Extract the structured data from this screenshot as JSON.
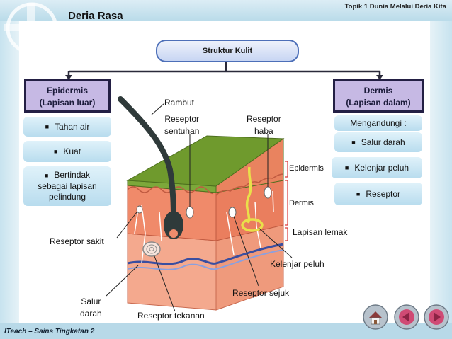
{
  "header": {
    "topic": "Topik 1 Dunia Melalui Deria Kita",
    "title": "Deria Rasa"
  },
  "footer": {
    "text": "ITeach – Sains Tingkatan 2"
  },
  "diagram": {
    "root": "Struktur Kulit",
    "left": {
      "title_line1": "Epidermis",
      "title_line2": "(Lapisan luar)",
      "items": [
        "Tahan air",
        "Kuat",
        "Bertindak",
        "sebagai lapisan",
        "pelindung"
      ]
    },
    "right": {
      "title_line1": "Dermis",
      "title_line2": "(Lapisan dalam)",
      "contains": "Mengandungi :",
      "items": [
        "Salur darah",
        "Kelenjar peluh",
        "Reseptor"
      ]
    },
    "labels": {
      "rambut": "Rambut",
      "reseptor_sentuhan_1": "Reseptor",
      "reseptor_sentuhan_2": "sentuhan",
      "reseptor_haba_1": "Reseptor",
      "reseptor_haba_2": "haba",
      "epidermis": "Epidermis",
      "dermis": "Dermis",
      "lapisan_lemak": "Lapisan lemak",
      "kelenjar_peluh": "Kelenjar peluh",
      "reseptor_sejuk": "Reseptor sejuk",
      "reseptor_sakit": "Reseptor sakit",
      "salur_darah_1": "Salur",
      "salur_darah_2": "darah",
      "reseptor_tekanan": "Reseptor tekanan"
    }
  },
  "nav": {
    "icons": [
      "home-icon",
      "back-icon",
      "forward-icon"
    ]
  },
  "colors": {
    "epidermis": "#6f9a2d",
    "dermis": "#f08a6a",
    "fat": "#f4a98e",
    "hair": "#2f3a3a",
    "nerve": "#3a4ea0",
    "gland": "#e9e04a",
    "box_fill": "#c6b9e4",
    "pill_border": "#4d6fb8"
  }
}
